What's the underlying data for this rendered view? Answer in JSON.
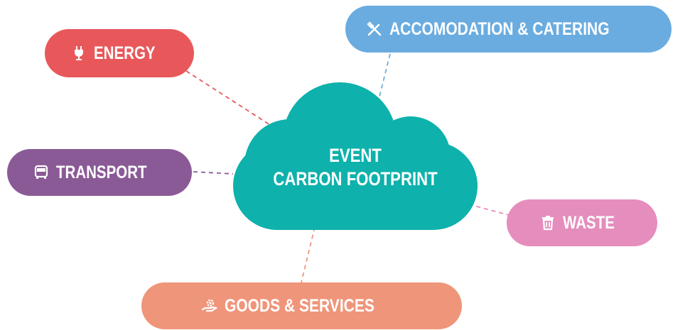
{
  "center": {
    "line1": "EVENT",
    "line2": "CARBON FOOTPRINT",
    "color": "#0eb1ab"
  },
  "nodes": {
    "energy": {
      "label": "ENERGY",
      "icon": "plug-icon",
      "color": "#e8585b",
      "line_color": "#e8585b"
    },
    "accom": {
      "label": "ACCOMODATION & CATERING",
      "icon": "fork-knife-icon",
      "color": "#6aace0",
      "line_color": "#6aace0"
    },
    "transport": {
      "label": "TRANSPORT",
      "icon": "bus-icon",
      "color": "#8a5a96",
      "line_color": "#8a5a96"
    },
    "waste": {
      "label": "WASTE",
      "icon": "trash-icon",
      "color": "#e58dbd",
      "line_color": "#e58dbd"
    },
    "goods": {
      "label": "GOODS & SERVICES",
      "icon": "gear-hand-icon",
      "color": "#ef957a",
      "line_color": "#ef957a"
    }
  }
}
